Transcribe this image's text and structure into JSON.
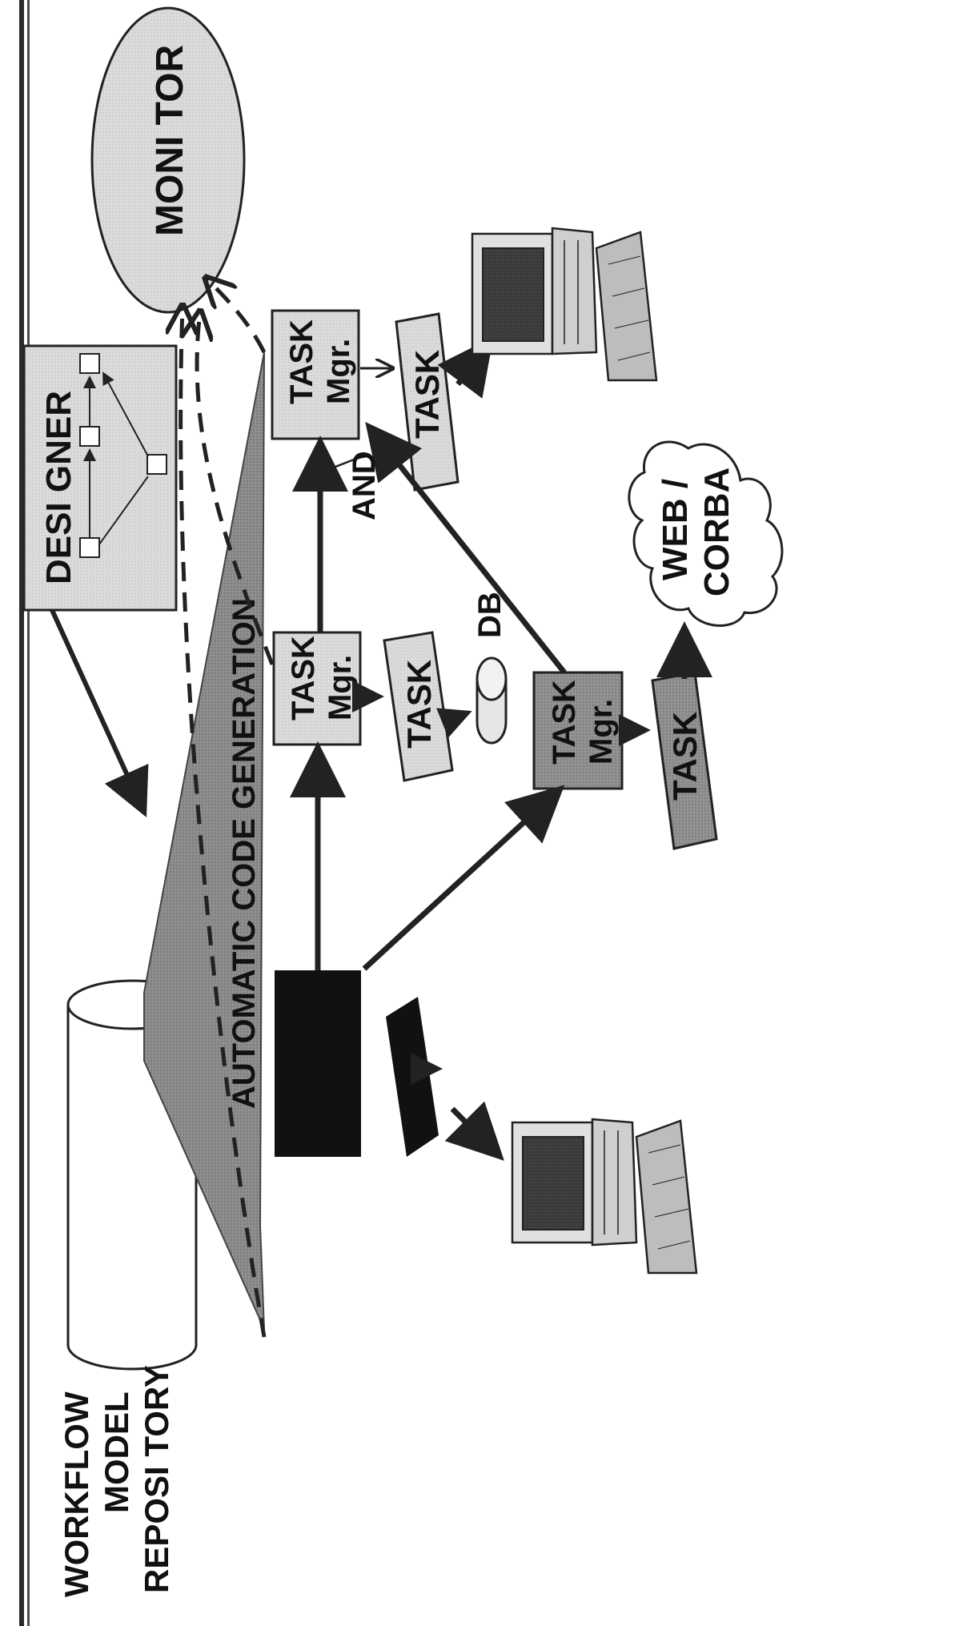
{
  "repository": {
    "lines": [
      "WORKFLOW",
      "MODEL",
      "REPOSI TORY"
    ]
  },
  "banner": {
    "text": "AUTOMATIC CODE GENERATION"
  },
  "designer": {
    "title": "DESI GNER"
  },
  "monitor": {
    "label": "MONI TOR"
  },
  "task_manager_top": {
    "line1": "TASK",
    "line2": "Mgr."
  },
  "task_manager_mid": {
    "line1": "TASK",
    "line2": "Mgr."
  },
  "task_manager_bottom": {
    "line1": "TASK",
    "line2": "Mgr."
  },
  "task_top": {
    "label": "TASK"
  },
  "task_mid": {
    "label": "TASK"
  },
  "task_bottom": {
    "label": "TASK"
  },
  "database": {
    "label": "DB"
  },
  "join": {
    "label": "AND"
  },
  "cloud": {
    "lines": [
      "WEB /",
      "CORBA"
    ]
  }
}
